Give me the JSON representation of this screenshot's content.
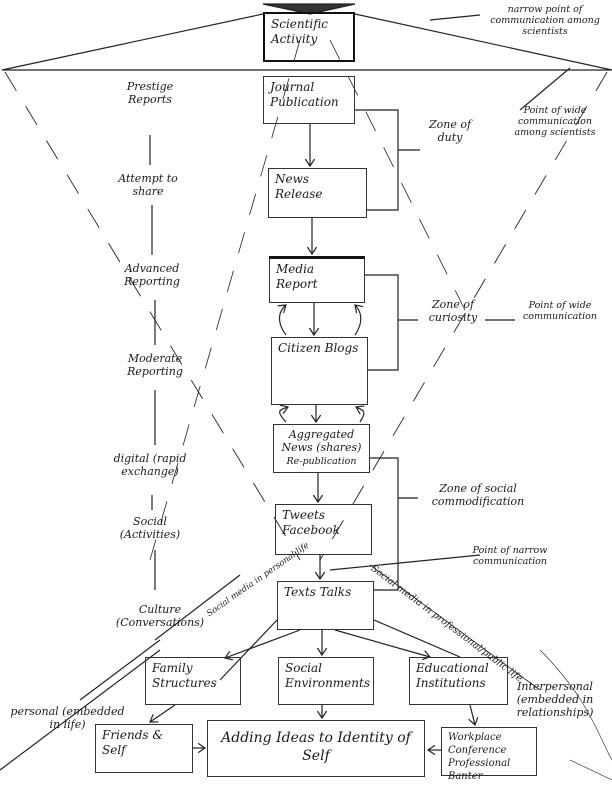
{
  "boxes": {
    "scientific_activity": "Scientific Activity",
    "journal_publication": "Journal Publication",
    "news_release": "News Release",
    "media_report": "Media Report",
    "citizen_blogs": "Citizen Blogs",
    "aggregated_news": "Aggregated News (shares)",
    "aggregated_news_sub": "Re-publication",
    "tweets_facebook": "Tweets Facebook",
    "texts_talks": "Texts Talks",
    "family_structures": "Family Structures",
    "social_environments": "Social Environments",
    "educational_institutions": "Educational Institutions",
    "friends_self": "Friends & Self",
    "adding_ideas": "Adding Ideas to Identity of Self",
    "workplace": "Workplace Conference Professional Banter"
  },
  "left_scale": [
    "Prestige Reports",
    "Attempt to share",
    "Advanced Reporting",
    "Moderate Reporting",
    "digital (rapid exchange)",
    "Social (Activities)",
    "Culture (Conversations)",
    "personal (embedded in life)"
  ],
  "right_annotations": {
    "narrow_top": "narrow point of communication among scientists",
    "zone_duty": "Zone of duty",
    "wide_scientists": "Point of wide communication among scientists",
    "zone_curiosity": "Zone of curiosity",
    "wide_point": "Point of wide communication",
    "zone_social": "Zone of social commodification",
    "narrow_point": "Point of narrow communication",
    "interpersonal": "Interpersonal (embedded in relationships)"
  },
  "diagonal_labels": {
    "personal_life": "Social media in personal life",
    "public_life": "Social media in professional/public life"
  }
}
